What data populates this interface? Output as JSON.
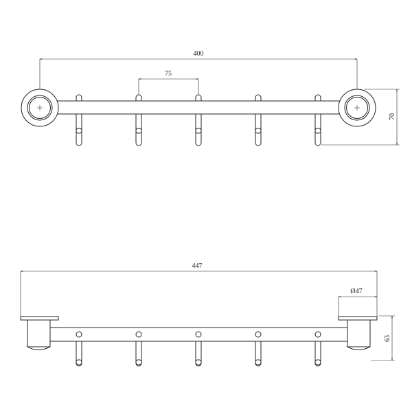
{
  "top_view": {
    "dimensions": {
      "overall_centers": "400",
      "hook_spacing": "75",
      "height": "70"
    },
    "hook_count": 5
  },
  "side_view": {
    "dimensions": {
      "overall_length": "447",
      "base_diameter": "Ø47",
      "height": "63"
    },
    "hook_count": 5
  }
}
